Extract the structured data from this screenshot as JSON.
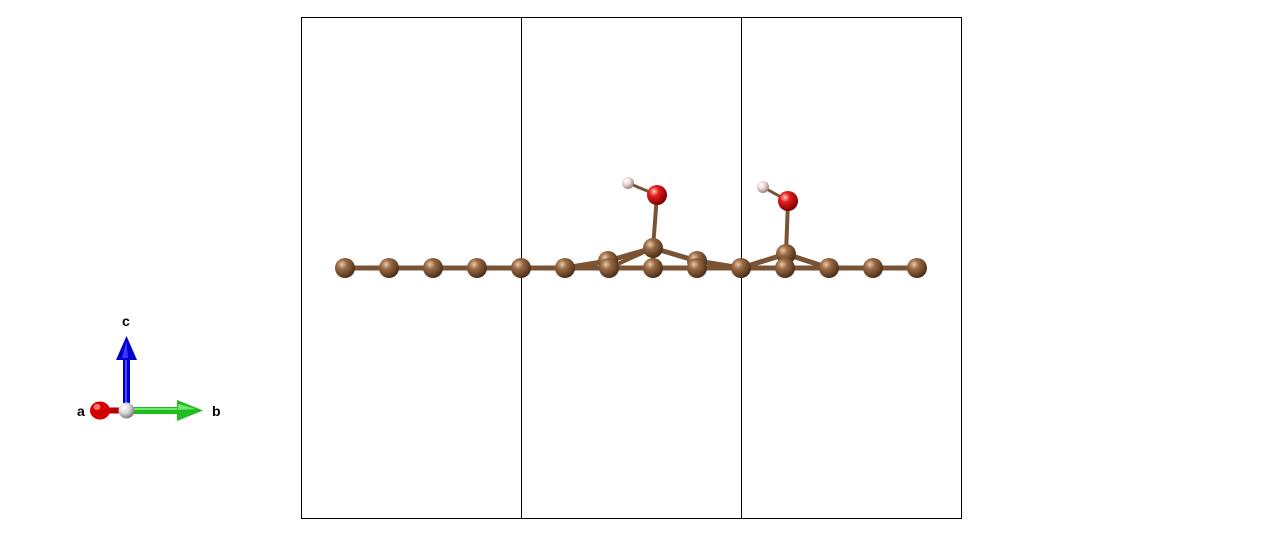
{
  "axes": {
    "a": "a",
    "b": "b",
    "c": "c",
    "colors": {
      "a": "#d40000",
      "b": "#22bb22",
      "c": "#0000cc",
      "origin": "#d8d8d8"
    }
  },
  "structure": {
    "cell_count": 3,
    "elements": {
      "C": "#8a5a36",
      "O": "#e01818",
      "H": "#f0d8d8"
    },
    "bond_color": "#7a5234"
  }
}
